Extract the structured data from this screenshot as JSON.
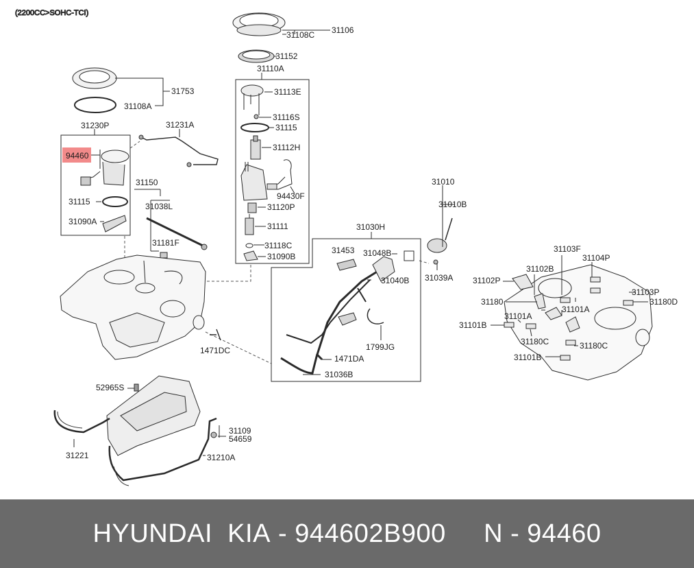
{
  "header": {
    "engine_spec": "(2200CC>SOHC-TCI)"
  },
  "highlight": {
    "part": "94460",
    "color": "#f28a8a"
  },
  "callouts": {
    "c31106": "31106",
    "c31108C": "31108C",
    "c31152": "31152",
    "c31110A": "31110A",
    "c31113E": "31113E",
    "c31116S": "31116S",
    "c31115a": "31115",
    "c31112H": "31112H",
    "c94430F": "94430F",
    "c31120P": "31120P",
    "c31111": "31111",
    "c31118C": "31118C",
    "c31090Ba": "31090B",
    "c31753": "31753",
    "c31108A": "31108A",
    "c31230P": "31230P",
    "c31231A": "31231A",
    "c94460": "94460",
    "c31115b": "31115",
    "c31090A": "31090A",
    "c31150": "31150",
    "c31038L": "31038L",
    "c31181F": "31181F",
    "c1471DCa": "1471DC",
    "c31030H": "31030H",
    "c31453": "31453",
    "c31048B": "31048B",
    "c31040B": "31040B",
    "c1799JG": "1799JG",
    "c1471DA": "1471DA",
    "c31036B": "31036B",
    "c31010": "31010",
    "c31010B": "31010B",
    "c31039A": "31039A",
    "c31103F": "31103F",
    "c31104P": "31104P",
    "c31102B": "31102B",
    "c31102P": "31102P",
    "c31103P": "31103P",
    "c31180": "31180",
    "c31180D": "31180D",
    "c31101Aa": "31101A",
    "c31101Ab": "31101A",
    "c31101Ba": "31101B",
    "c31180Ca": "31180C",
    "c31180Cb": "31180C",
    "c31101Bb": "31101B",
    "c52965S": "52965S",
    "c31109": "31109",
    "c54659": "54659",
    "c31221": "31221",
    "c31210A": "31210A"
  },
  "footer": {
    "brand": "HYUNDAI  KIA",
    "sep1": " - ",
    "part_number": "944602B900",
    "gap": "     ",
    "n_label": "N",
    "sep2": " - ",
    "n_value": "94460"
  }
}
